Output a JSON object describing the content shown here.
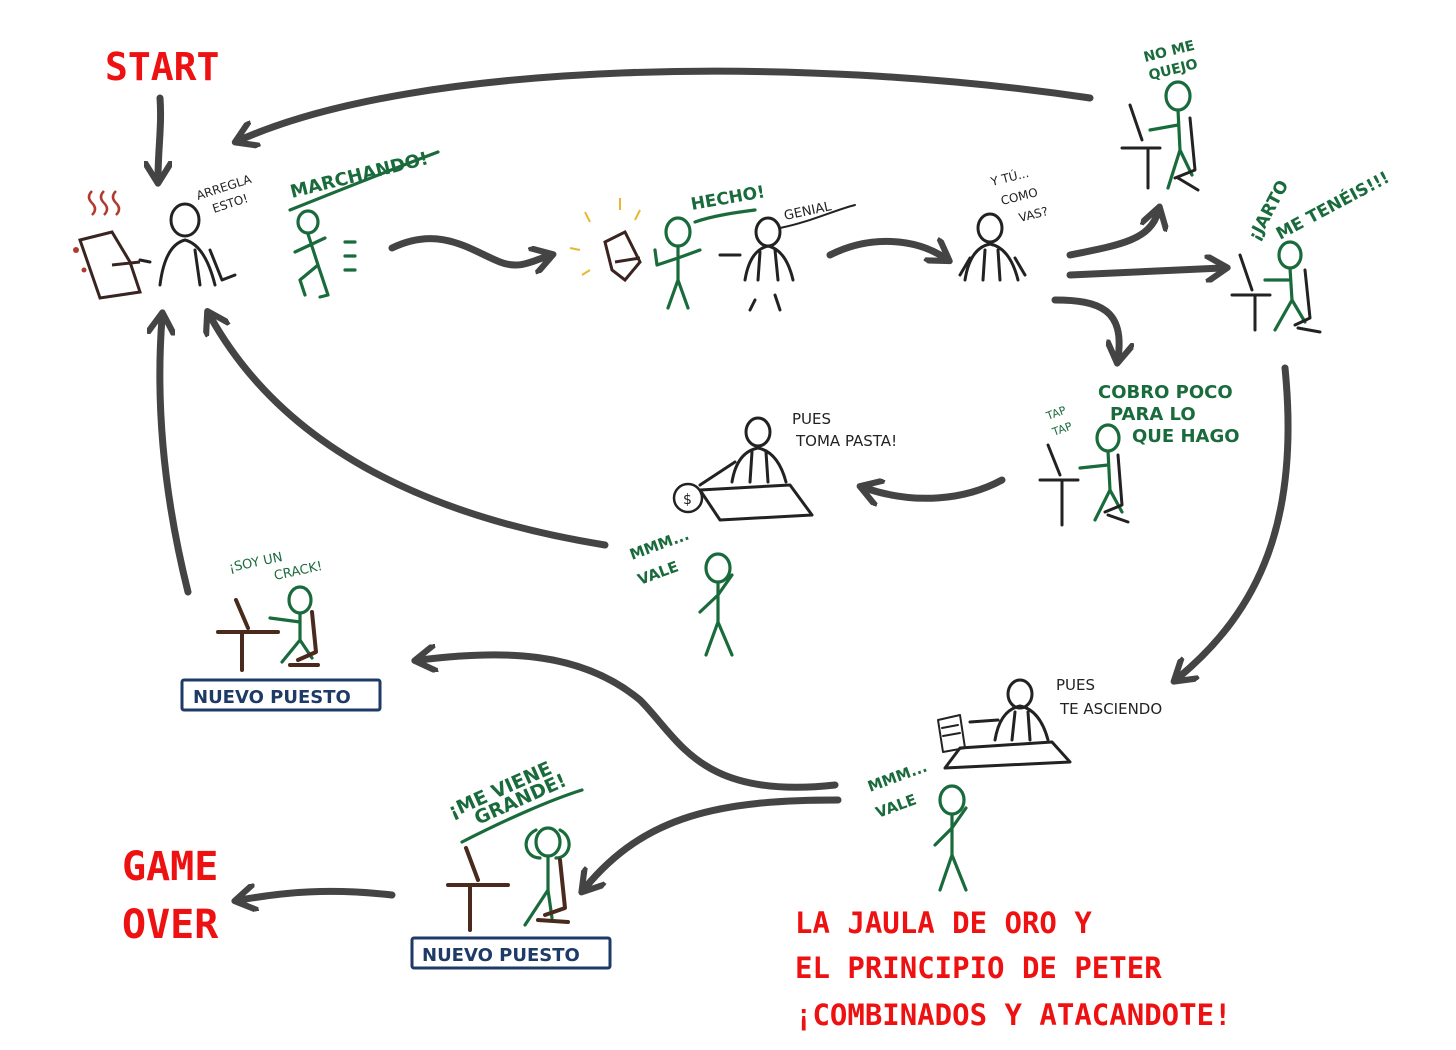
{
  "colors": {
    "title_red": "#ee1111",
    "ink_black": "#222222",
    "ink_green": "#1a6b3c",
    "arrow_gray": "#444444",
    "box_navy": "#1e3a66",
    "desk_brown": "#4a2a1c"
  },
  "labels": {
    "start": "START",
    "game_over_1": "GAME",
    "game_over_2": "OVER",
    "caption_1": "LA JAULA DE ORO Y",
    "caption_2": "EL PRINCIPIO DE PETER",
    "caption_3": "¡COMBINADOS Y ATACANDOTE!"
  },
  "bubbles": {
    "arregla_1": "ARREGLA",
    "arregla_2": "ESTO!",
    "marchando": "MARCHANDO!",
    "hecho": "HECHO!",
    "genial": "GENIAL",
    "ytu_1": "Y TÚ...",
    "ytu_2": "COMO",
    "ytu_3": "VAS?",
    "nome_1": "NO ME",
    "nome_2": "QUEJO",
    "harto_1": "¡JARTO",
    "harto_2": "ME TENÉIS!!!",
    "cobro_1": "COBRO POCO",
    "cobro_2": "PARA LO",
    "cobro_3": "QUE HAGO",
    "taptap_1": "TAP",
    "taptap_2": "TAP",
    "pues_toma_1": "PUES",
    "pues_toma_2": "TOMA PASTA!",
    "mmm_vale_1_a": "MMM...",
    "mmm_vale_1_b": "VALE",
    "soy_crack_1": "¡SOY UN",
    "soy_crack_2": "CRACK!",
    "nuevo_puesto_1": "NUEVO PUESTO",
    "pues_asciendo_1": "PUES",
    "pues_asciendo_2": "TE ASCIENDO",
    "mmm_vale_2_a": "MMM...",
    "mmm_vale_2_b": "VALE",
    "me_viene_1": "¡ME VIENE",
    "me_viene_2": "GRANDE!",
    "nuevo_puesto_2": "NUEVO PUESTO"
  }
}
